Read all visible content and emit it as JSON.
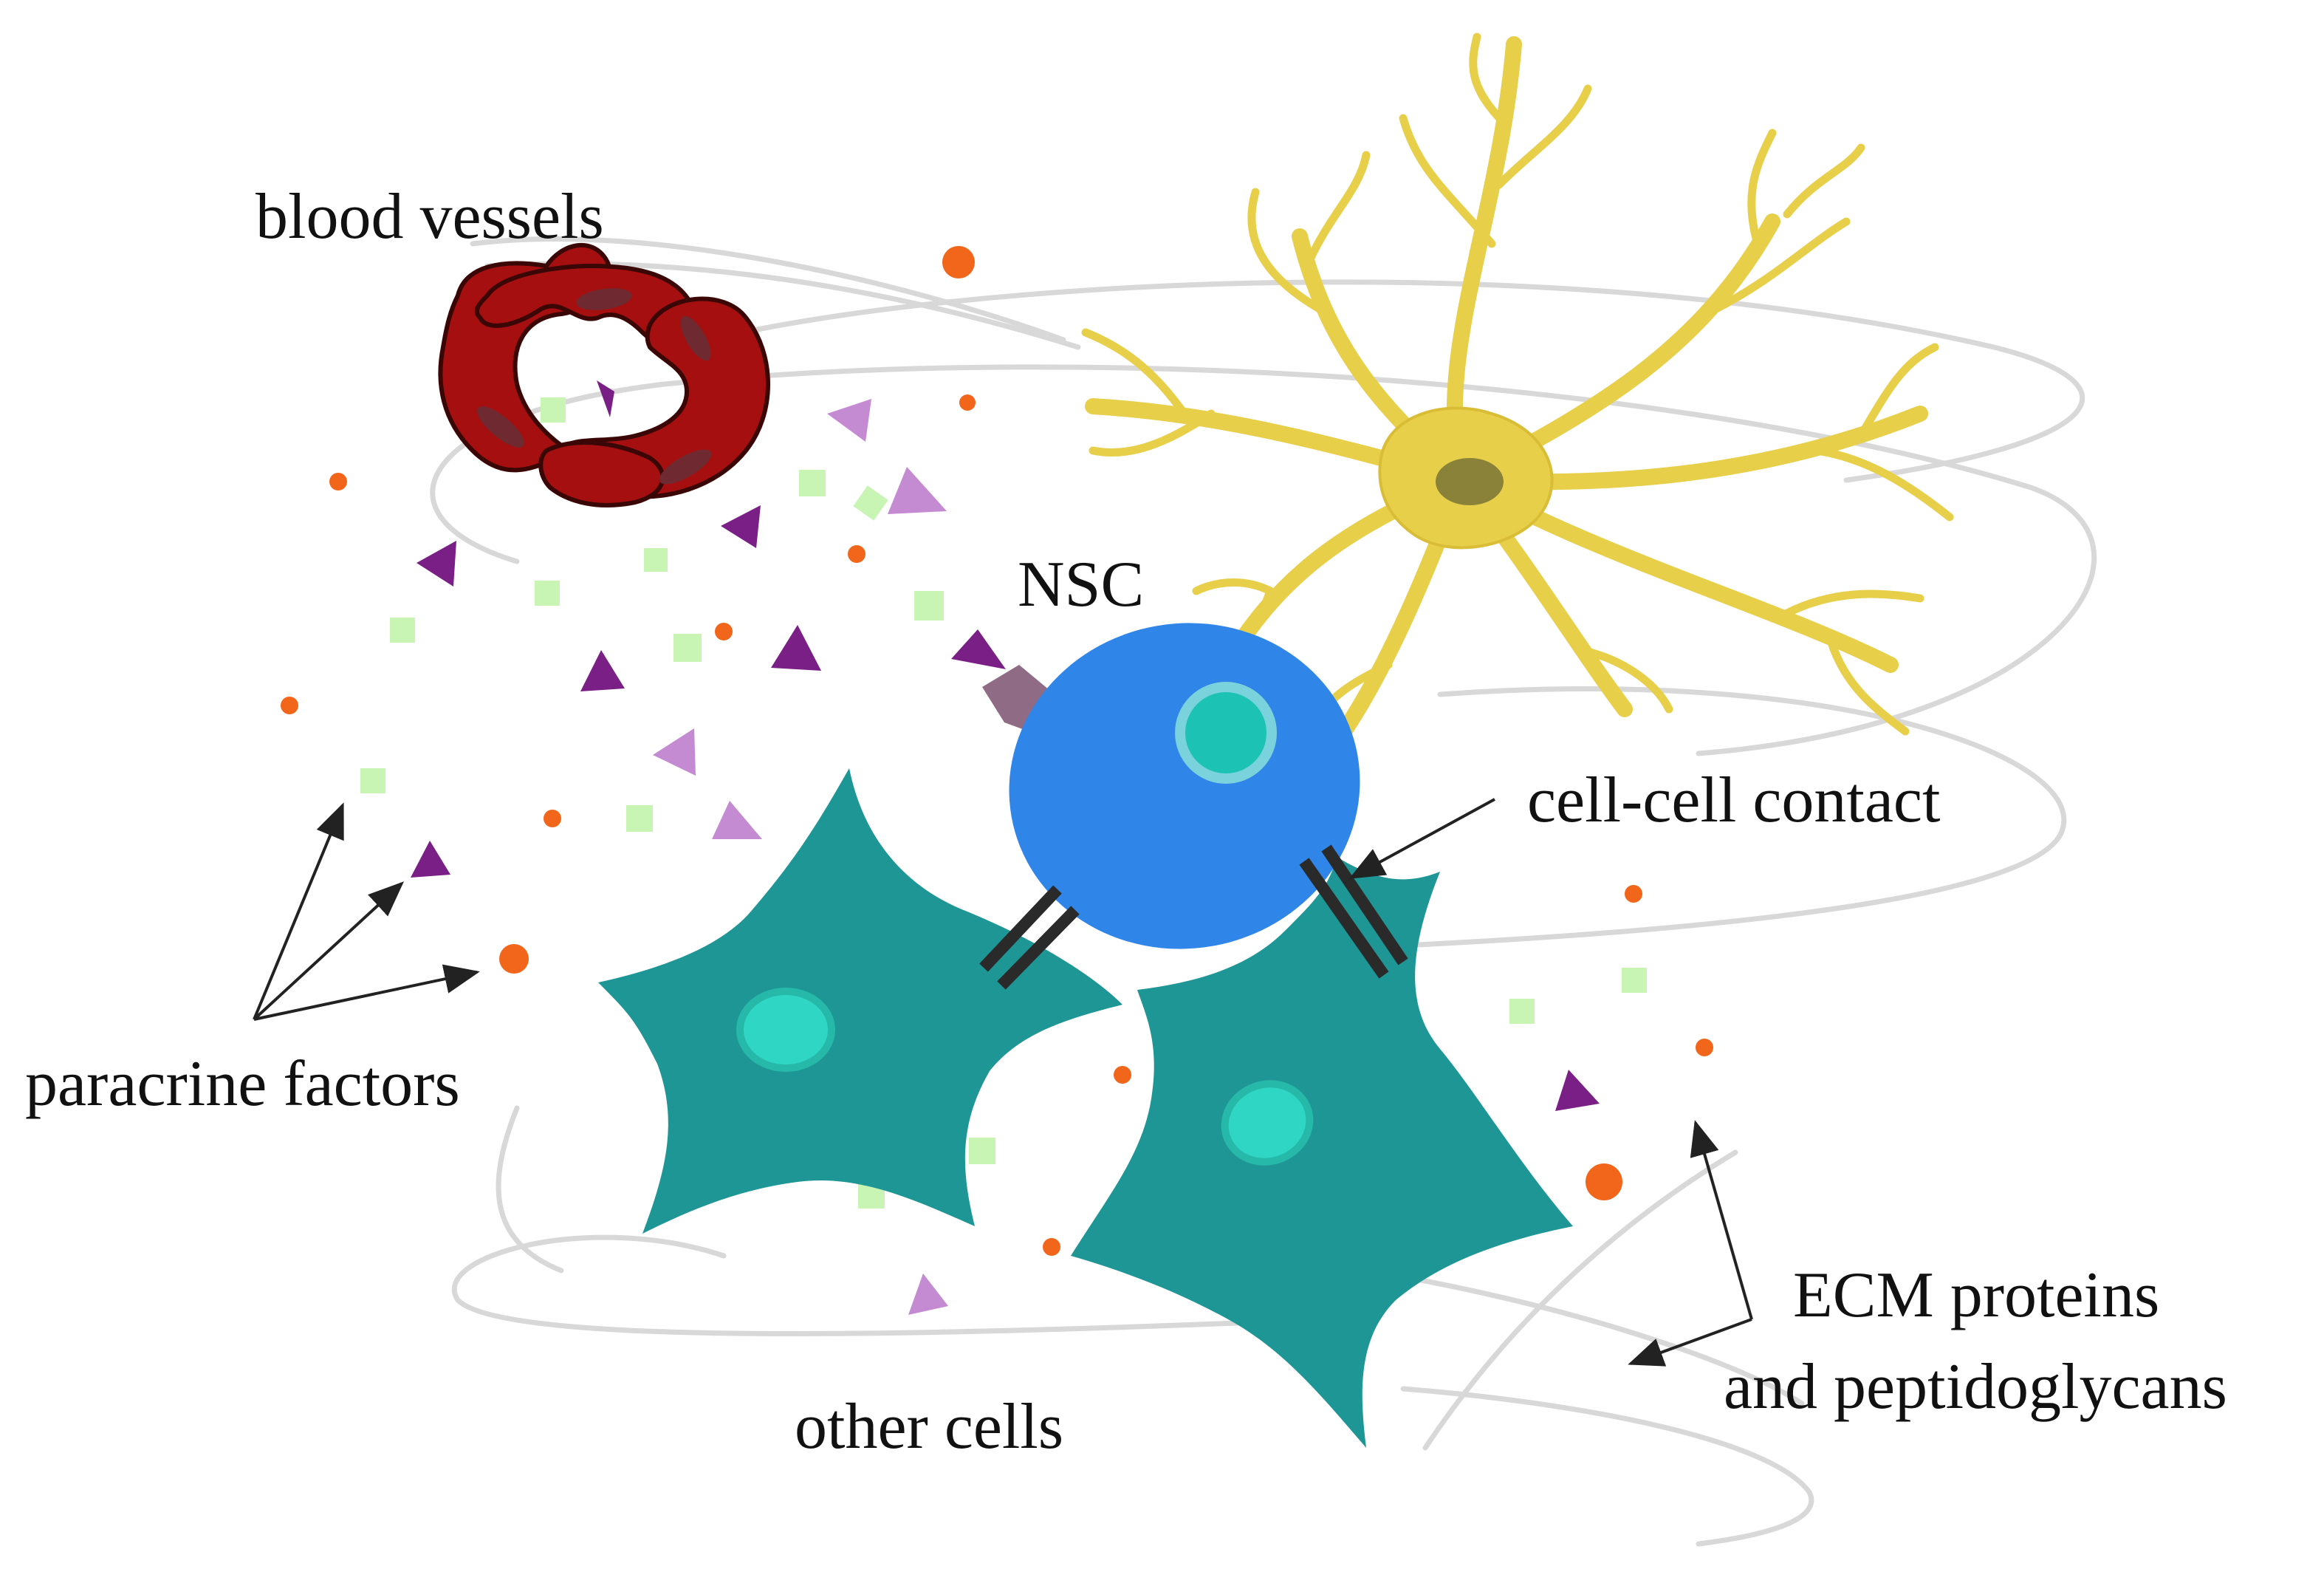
{
  "labels": {
    "blood_vessels": "blood vessels",
    "nsc": "NSC",
    "cell_cell_contact": "cell-cell contact",
    "paracrine_factors": "paracrine factors",
    "other_cells": "other cells",
    "ecm_line1": "ECM proteins",
    "ecm_line2": "and peptidoglycans"
  },
  "colors": {
    "blood_vessel": "#a50f0f",
    "blood_vessel_outline": "#3a0606",
    "blood_vessel_nucleus": "#6e2a30",
    "astrocyte": "#e8cf4a",
    "astrocyte_nucleus": "#8a8238",
    "nsc": "#2f86e8",
    "nsc_nucleus": "#1cc2b4",
    "nsc_receptor": "#8f6b86",
    "other_cell": "#1f9696",
    "other_cell_nucleus": "#2fd6c4",
    "factor_dot": "#f2661c",
    "factor_square": "#c9f5b4",
    "factor_triangle_dark": "#7a1f86",
    "factor_triangle_light": "#c48ad2",
    "ecm_fiber": "#d8d8d8",
    "contact_junction": "#2a2a2a",
    "arrow": "#222222"
  }
}
